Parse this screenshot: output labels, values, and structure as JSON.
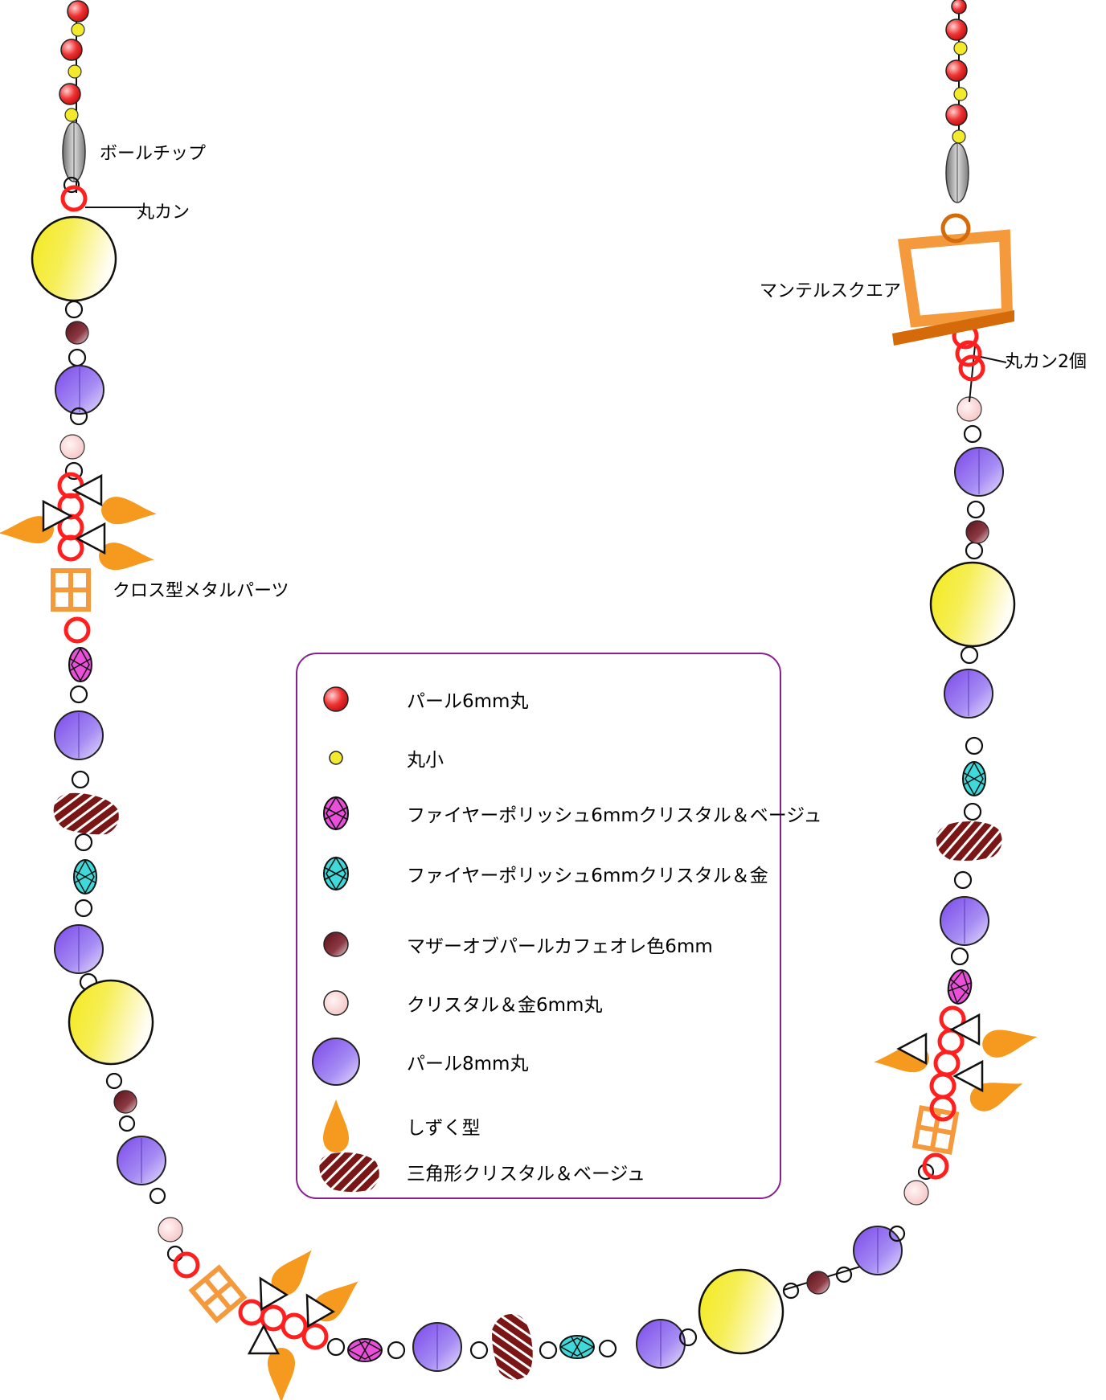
{
  "callouts": {
    "ball_tip": "ボールチップ",
    "jump_ring": "丸カン",
    "cross_metal": "クロス型メタルパーツ",
    "mantel_square": "マンテルスクエア",
    "jump_ring_two": "丸カン2個"
  },
  "legend": {
    "items": [
      {
        "key": "pearl6",
        "label": "パール6mm丸"
      },
      {
        "key": "small_round",
        "label": "丸小"
      },
      {
        "key": "fire_beige",
        "label": "ファイヤーポリッシュ6mmクリスタル＆ベージュ"
      },
      {
        "key": "fire_gold",
        "label": "ファイヤーポリッシュ6mmクリスタル＆金"
      },
      {
        "key": "mop",
        "label": "マザーオブパールカフェオレ色6mm"
      },
      {
        "key": "crystal_gold",
        "label": "クリスタル＆金6mm丸"
      },
      {
        "key": "pearl8",
        "label": "パール8mm丸"
      },
      {
        "key": "drop",
        "label": "しずく型"
      },
      {
        "key": "triangle",
        "label": "三角形クリスタル＆ベージュ"
      }
    ]
  },
  "colors": {
    "pearl6": "#e82b2b",
    "small_round": "#f2ea2a",
    "fire_beige": "#e94fd9",
    "fire_gold": "#3fd9da",
    "mop": "#6b1a1f",
    "crystal_gold": "#f7c9c9",
    "pearl8": "#8a5cf0",
    "drop": "#f59a1e",
    "triangle": "#7a1616",
    "big_yellow": "#f4ec1c",
    "jump_ring": "#ff1f1f",
    "metal_orange": "#f49a3c",
    "clasp_bar": "#d46a0a",
    "legend_border": "#8a1f8f"
  }
}
